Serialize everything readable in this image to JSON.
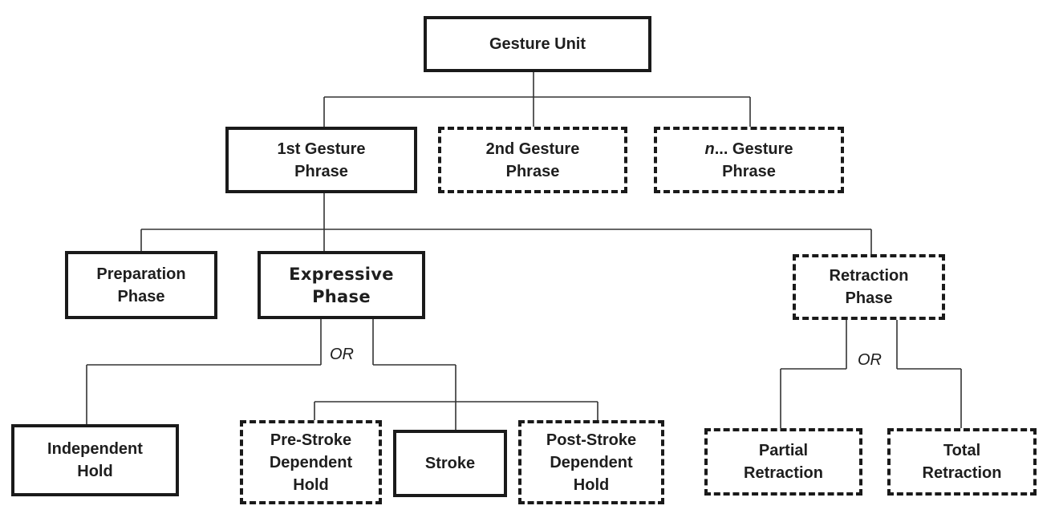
{
  "diagram": {
    "nodes": {
      "gesture_unit": {
        "label": "Gesture Unit",
        "border": "solid"
      },
      "first_phrase": {
        "line1": "1st Gesture",
        "line2": "Phrase",
        "border": "solid"
      },
      "second_phrase": {
        "line1": "2nd Gesture",
        "line2": "Phrase",
        "border": "dashed"
      },
      "nth_phrase": {
        "prefix": "n",
        "line1_rest": "... Gesture",
        "line2": "Phrase",
        "border": "dashed"
      },
      "preparation": {
        "line1": "Preparation",
        "line2": "Phase",
        "border": "solid"
      },
      "expressive": {
        "line1": "Expressive",
        "line2": "Phase",
        "border": "solid"
      },
      "retraction": {
        "line1": "Retraction",
        "line2": "Phase",
        "border": "dashed"
      },
      "independent_hold": {
        "line1": "Independent",
        "line2": "Hold",
        "border": "solid"
      },
      "pre_stroke": {
        "line1": "Pre-Stroke",
        "line2": "Dependent",
        "line3": "Hold",
        "border": "dashed"
      },
      "stroke": {
        "label": "Stroke",
        "border": "solid"
      },
      "post_stroke": {
        "line1": "Post-Stroke",
        "line2": "Dependent",
        "line3": "Hold",
        "border": "dashed"
      },
      "partial_retraction": {
        "line1": "Partial",
        "line2": "Retraction",
        "border": "dashed"
      },
      "total_retraction": {
        "line1": "Total",
        "line2": "Retraction",
        "border": "dashed"
      }
    },
    "or_labels": {
      "expressive_or": "OR",
      "retraction_or": "OR"
    },
    "colors": {
      "border": "#1a1a1a",
      "connector": "#333333",
      "text": "#1e1e1e",
      "background": "#ffffff"
    }
  }
}
